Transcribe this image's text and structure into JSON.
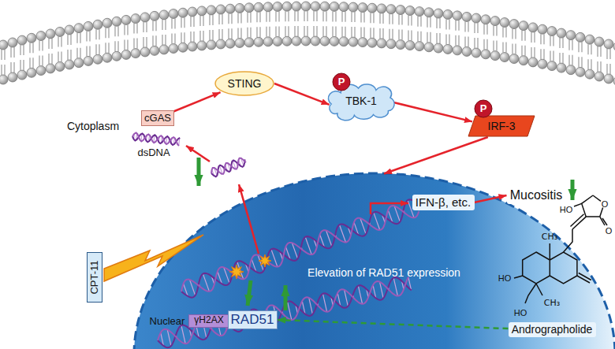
{
  "diagram": {
    "nodes": [
      {
        "text": [
          "cGAS"
        ]
      },
      {
        "text": [
          "STING"
        ]
      },
      {
        "text": [
          "TBK-1"
        ]
      },
      {
        "text": [
          "P"
        ],
        "in": 2
      },
      {
        "text": [
          "IRF-3"
        ]
      },
      {
        "text": [
          "P"
        ],
        "in": 4
      },
      {
        "text": [
          "Nuclear"
        ]
      },
      {
        "text": [
          "CPT-11"
        ]
      },
      {
        "text": [
          "γH2AX"
        ],
        "in": 6
      },
      {
        "text": [
          "RAD51"
        ],
        "in": 6
      },
      {
        "text": [
          "IFN-β, etc."
        ]
      },
      {
        "text": [
          "Mucositis"
        ]
      },
      {
        "text": [
          "Andrographolide"
        ]
      }
    ],
    "edges": [
      {
        "from": 0,
        "to": 1,
        "arrow": "to"
      },
      {
        "from": 1,
        "to": 2,
        "arrow": "to"
      },
      {
        "from": 2,
        "to": 4,
        "arrow": "to"
      },
      {
        "from": 4,
        "to": 6,
        "arrow": "to"
      },
      {
        "from": 10,
        "to": 11,
        "arrow": "to"
      },
      {
        "from": 12,
        "to": 9,
        "arrow": "to"
      }
    ],
    "labels": [
      "Cytoplasm",
      "dsDNA",
      "Elevation of RAD51 expression",
      "HO",
      "O",
      "O",
      "CH₃",
      "HO",
      "CH₃",
      "HO"
    ]
  }
}
